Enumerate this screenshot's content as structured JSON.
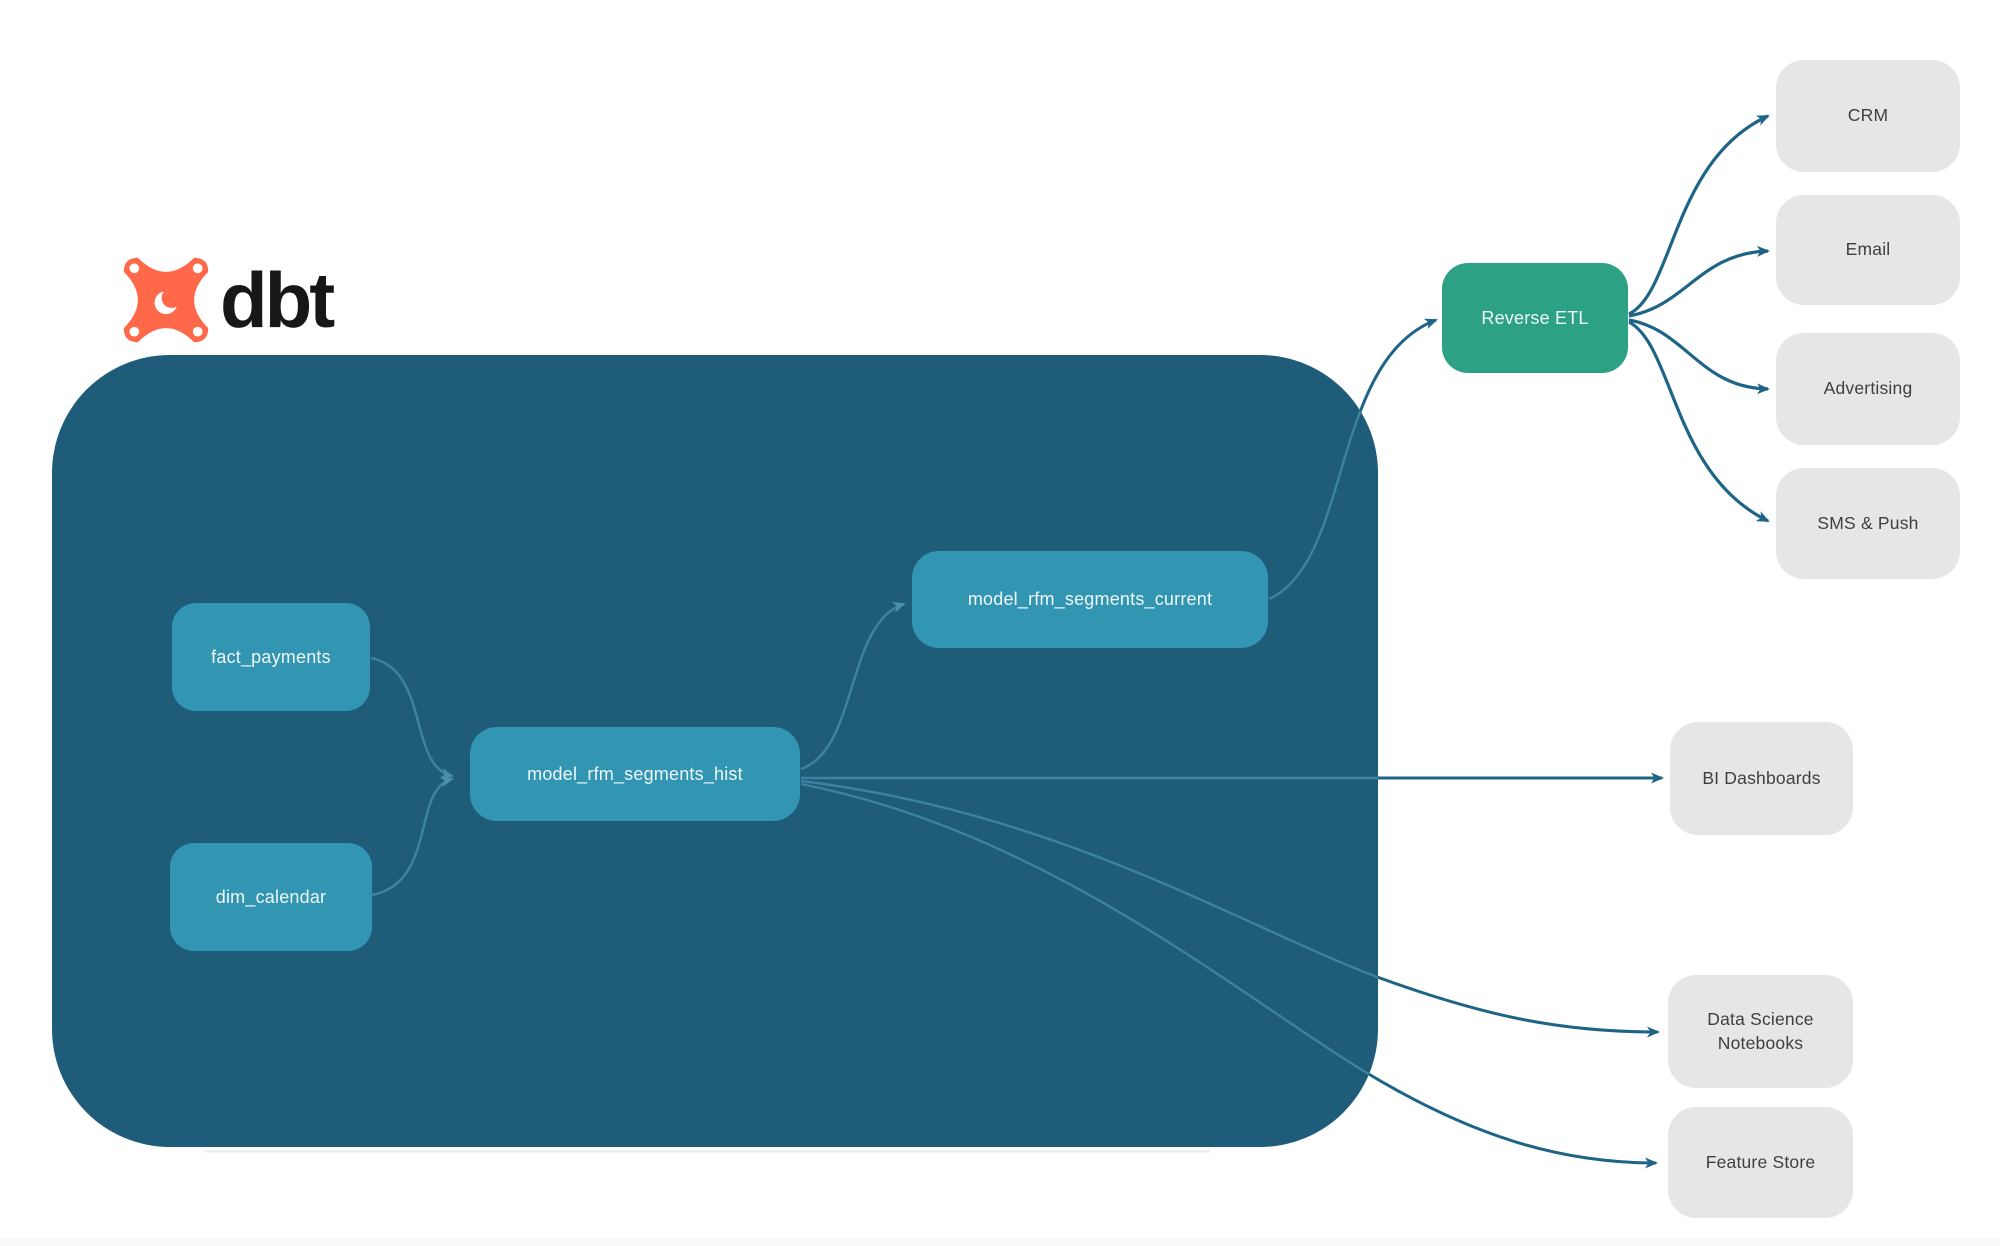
{
  "brand": {
    "name": "dbt"
  },
  "diagram": {
    "warehouse_nodes": {
      "fact_payments": "fact_payments",
      "dim_calendar": "dim_calendar",
      "model_rfm_segments_hist": "model_rfm_segments_hist",
      "model_rfm_segments_current": "model_rfm_segments_current"
    },
    "activation_node": {
      "reverse_etl": "Reverse ETL"
    },
    "destination_nodes": {
      "crm": "CRM",
      "email": "Email",
      "advertising": "Advertising",
      "sms_push": "SMS & Push",
      "bi_dashboards": "BI Dashboards",
      "data_science_notebooks": "Data Science Notebooks",
      "feature_store": "Feature Store"
    },
    "edges": [
      {
        "from": "fact_payments",
        "to": "model_rfm_segments_hist"
      },
      {
        "from": "dim_calendar",
        "to": "model_rfm_segments_hist"
      },
      {
        "from": "model_rfm_segments_hist",
        "to": "model_rfm_segments_current"
      },
      {
        "from": "model_rfm_segments_current",
        "to": "Reverse ETL"
      },
      {
        "from": "Reverse ETL",
        "to": "CRM"
      },
      {
        "from": "Reverse ETL",
        "to": "Email"
      },
      {
        "from": "Reverse ETL",
        "to": "Advertising"
      },
      {
        "from": "Reverse ETL",
        "to": "SMS & Push"
      },
      {
        "from": "model_rfm_segments_hist",
        "to": "BI Dashboards"
      },
      {
        "from": "model_rfm_segments_hist",
        "to": "Data Science Notebooks"
      },
      {
        "from": "model_rfm_segments_hist",
        "to": "Feature Store"
      }
    ]
  },
  "colors": {
    "warehouse_container": "#1e5c7a",
    "model_node": "#3295b2",
    "reverse_etl_node": "#2da183",
    "destination_node": "#e6e6e6",
    "edge_outside": "#1d6487",
    "edge_inside": "#3d82a0",
    "logo_orange": "#ff694a",
    "text_on_teal": "#eef7fa",
    "text_on_gray": "#3f3f3f"
  }
}
